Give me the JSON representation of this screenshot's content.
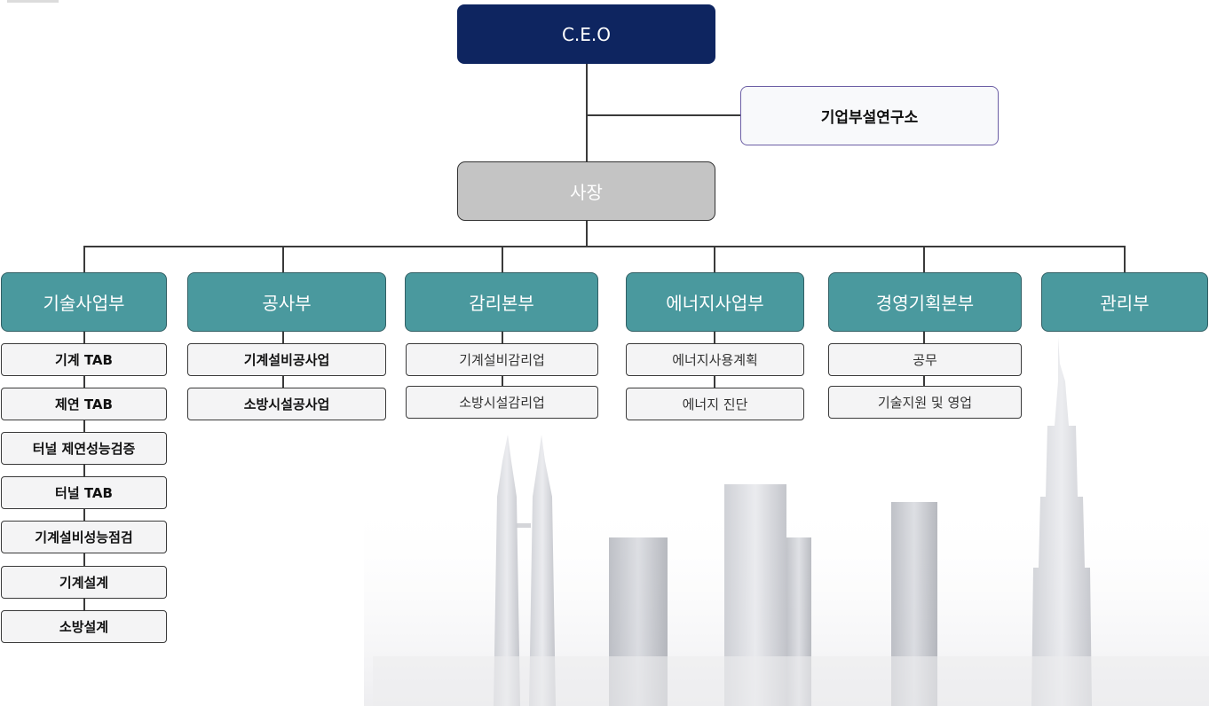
{
  "ceo": {
    "label": "C.E.O"
  },
  "lab": {
    "label": "기업부설연구소"
  },
  "president": {
    "label": "사장"
  },
  "departments": [
    {
      "label": "기술사업부",
      "teams": [
        "기계 TAB",
        "제연 TAB",
        "터널 제연성능검증",
        "터널 TAB",
        "기계설비성능점검",
        "기계설계",
        "소방설계"
      ]
    },
    {
      "label": "공사부",
      "teams": [
        "기계설비공사업",
        "소방시설공사업"
      ]
    },
    {
      "label": "감리본부",
      "teams": [
        "기계설비감리업",
        "소방시설감리업"
      ]
    },
    {
      "label": "에너지사업부",
      "teams": [
        "에너지사용계획",
        "에너지 진단"
      ]
    },
    {
      "label": "경영기획본부",
      "teams": [
        "공무",
        "기술지원 및 영업"
      ]
    },
    {
      "label": "관리부",
      "teams": []
    }
  ],
  "colors": {
    "ceo": "#0e2560",
    "department": "#4a999e",
    "president": "#c4c4c4",
    "lab_border": "#6c5fa5"
  }
}
